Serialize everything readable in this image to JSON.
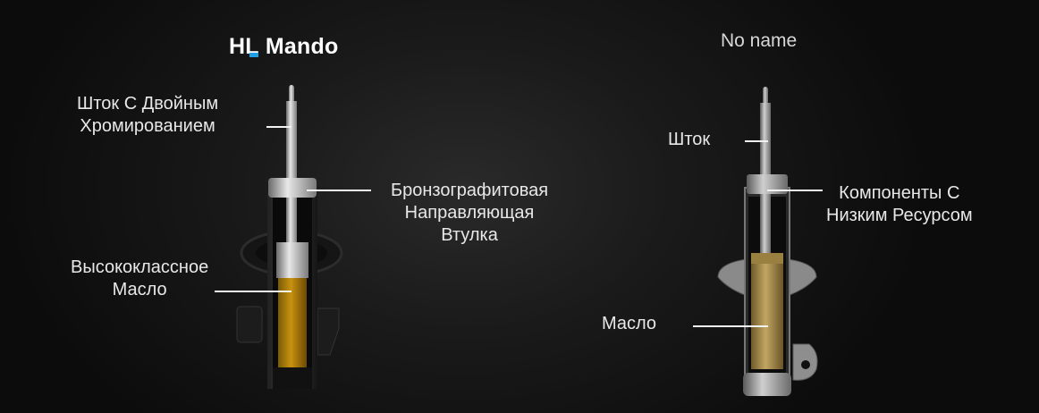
{
  "left_product": {
    "brand_logo_prefix": "HL",
    "brand_logo_name": "Mando",
    "brand_accent_color": "#1ea0e6",
    "labels": {
      "rod_line1": "Шток С Двойным",
      "rod_line2": "Хромированием",
      "bushing_line1": "Бронзографитовая",
      "bushing_line2": "Направляющая",
      "bushing_line3": "Втулка",
      "oil_line1": "Высококлассное",
      "oil_line2": "Масло"
    },
    "oil_color": "#b8860b"
  },
  "right_product": {
    "title": "No name",
    "labels": {
      "rod": "Шток",
      "components_line1": "Компоненты С",
      "components_line2": "Низким Ресурсом",
      "oil": "Масло"
    },
    "oil_color": "#b39a5a"
  }
}
